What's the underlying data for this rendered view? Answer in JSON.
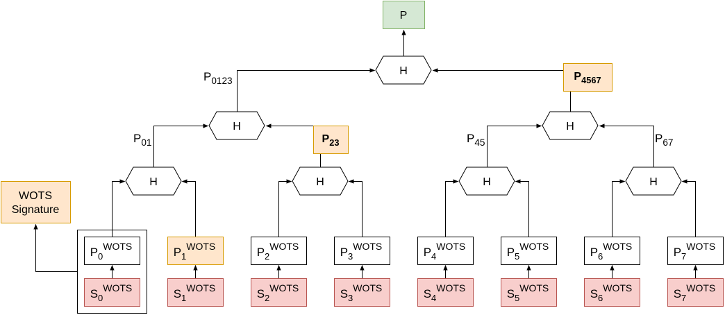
{
  "colors": {
    "root_fill": "#d5e8d4",
    "root_stroke": "#82b366",
    "highlight_fill": "#ffe6cc",
    "highlight_stroke": "#d79b00",
    "secret_fill": "#f8cecc",
    "secret_stroke": "#b85450",
    "plain_fill": "#ffffff",
    "line": "#000000"
  },
  "root": {
    "label": "P"
  },
  "hash_label": "H",
  "signature_label": [
    "WOTS",
    "Signature"
  ],
  "wots_superscript": "WOTS",
  "public_keys": [
    {
      "base": "P",
      "sub": "0",
      "highlight": false
    },
    {
      "base": "P",
      "sub": "1",
      "highlight": true
    },
    {
      "base": "P",
      "sub": "2",
      "highlight": false
    },
    {
      "base": "P",
      "sub": "3",
      "highlight": false
    },
    {
      "base": "P",
      "sub": "4",
      "highlight": false
    },
    {
      "base": "P",
      "sub": "5",
      "highlight": false
    },
    {
      "base": "P",
      "sub": "6",
      "highlight": false
    },
    {
      "base": "P",
      "sub": "7",
      "highlight": false
    }
  ],
  "secret_keys": [
    {
      "base": "S",
      "sub": "0"
    },
    {
      "base": "S",
      "sub": "1"
    },
    {
      "base": "S",
      "sub": "2"
    },
    {
      "base": "S",
      "sub": "3"
    },
    {
      "base": "S",
      "sub": "4"
    },
    {
      "base": "S",
      "sub": "5"
    },
    {
      "base": "S",
      "sub": "6"
    },
    {
      "base": "S",
      "sub": "7"
    }
  ],
  "auth_path_boxes": [
    {
      "base": "P",
      "sub": "23"
    },
    {
      "base": "P",
      "sub": "4567"
    }
  ],
  "intermediate_labels": [
    {
      "base": "P",
      "sub": "01"
    },
    {
      "base": "P",
      "sub": "0123"
    },
    {
      "base": "P",
      "sub": "45"
    },
    {
      "base": "P",
      "sub": "67"
    }
  ]
}
